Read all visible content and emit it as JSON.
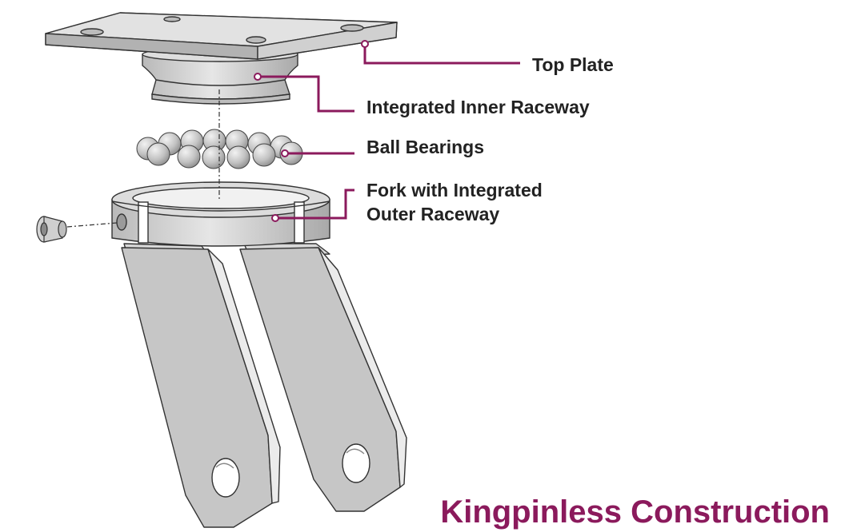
{
  "colors": {
    "accent": "#8b1a5c",
    "label_text": "#222222",
    "part_fill": "#c9c9c9",
    "part_light": "#e4e4e4",
    "part_dark": "#9a9a9a",
    "edge": "#333333"
  },
  "title": "Kingpinless Construction",
  "callouts": {
    "top_plate": "Top Plate",
    "inner_raceway": "Integrated Inner Raceway",
    "ball_bearings": "Ball Bearings",
    "fork_line1": "Fork with Integrated",
    "fork_line2": "Outer Raceway"
  }
}
